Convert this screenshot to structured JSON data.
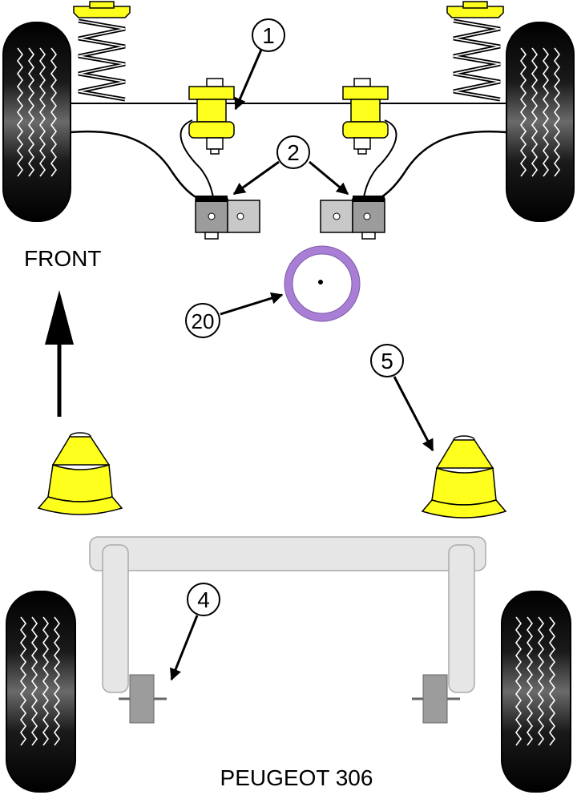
{
  "labels": {
    "front": "FRONT",
    "model": "PEUGEOT 306"
  },
  "callouts": [
    {
      "id": "c1",
      "text": "1"
    },
    {
      "id": "c2",
      "text": "2"
    },
    {
      "id": "c20",
      "text": "20"
    },
    {
      "id": "c5",
      "text": "5"
    },
    {
      "id": "c4",
      "text": "4"
    }
  ],
  "colors": {
    "bush_yellow": "#ffff1e",
    "bush_stroke": "#000000",
    "ring_purple": "#a97fd6",
    "beam_grey": "#e6e6e6",
    "metal_grey": "#9c9c9c"
  }
}
